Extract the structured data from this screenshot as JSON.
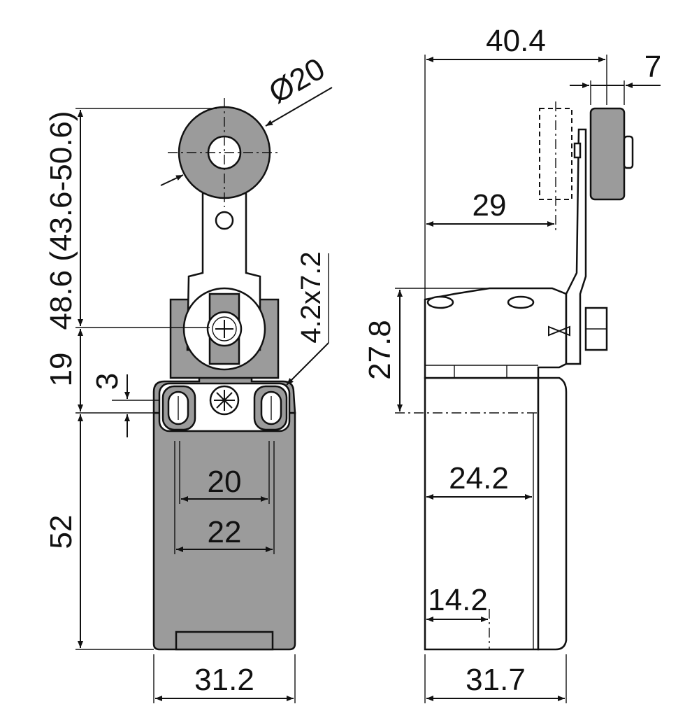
{
  "colors": {
    "body": "#9b9b9b",
    "line": "#111111",
    "background": "#ffffff"
  },
  "dimensions": {
    "roller_diameter": "Ø20",
    "lever_length": "48.6 (43.6-50.6)",
    "head_height": "19",
    "slot_offset": "3",
    "body_height": "52",
    "hole_spacing": "20",
    "body_inner": "22",
    "slot_size": "4.2x7.2",
    "front_width": "31.2",
    "total_depth": "40.4",
    "roller_width": "7",
    "roller_axis_depth": "29",
    "head_side_height": "27.8",
    "mount_depth": "24.2",
    "bottom_depth": "14.2",
    "side_width": "31.7"
  }
}
